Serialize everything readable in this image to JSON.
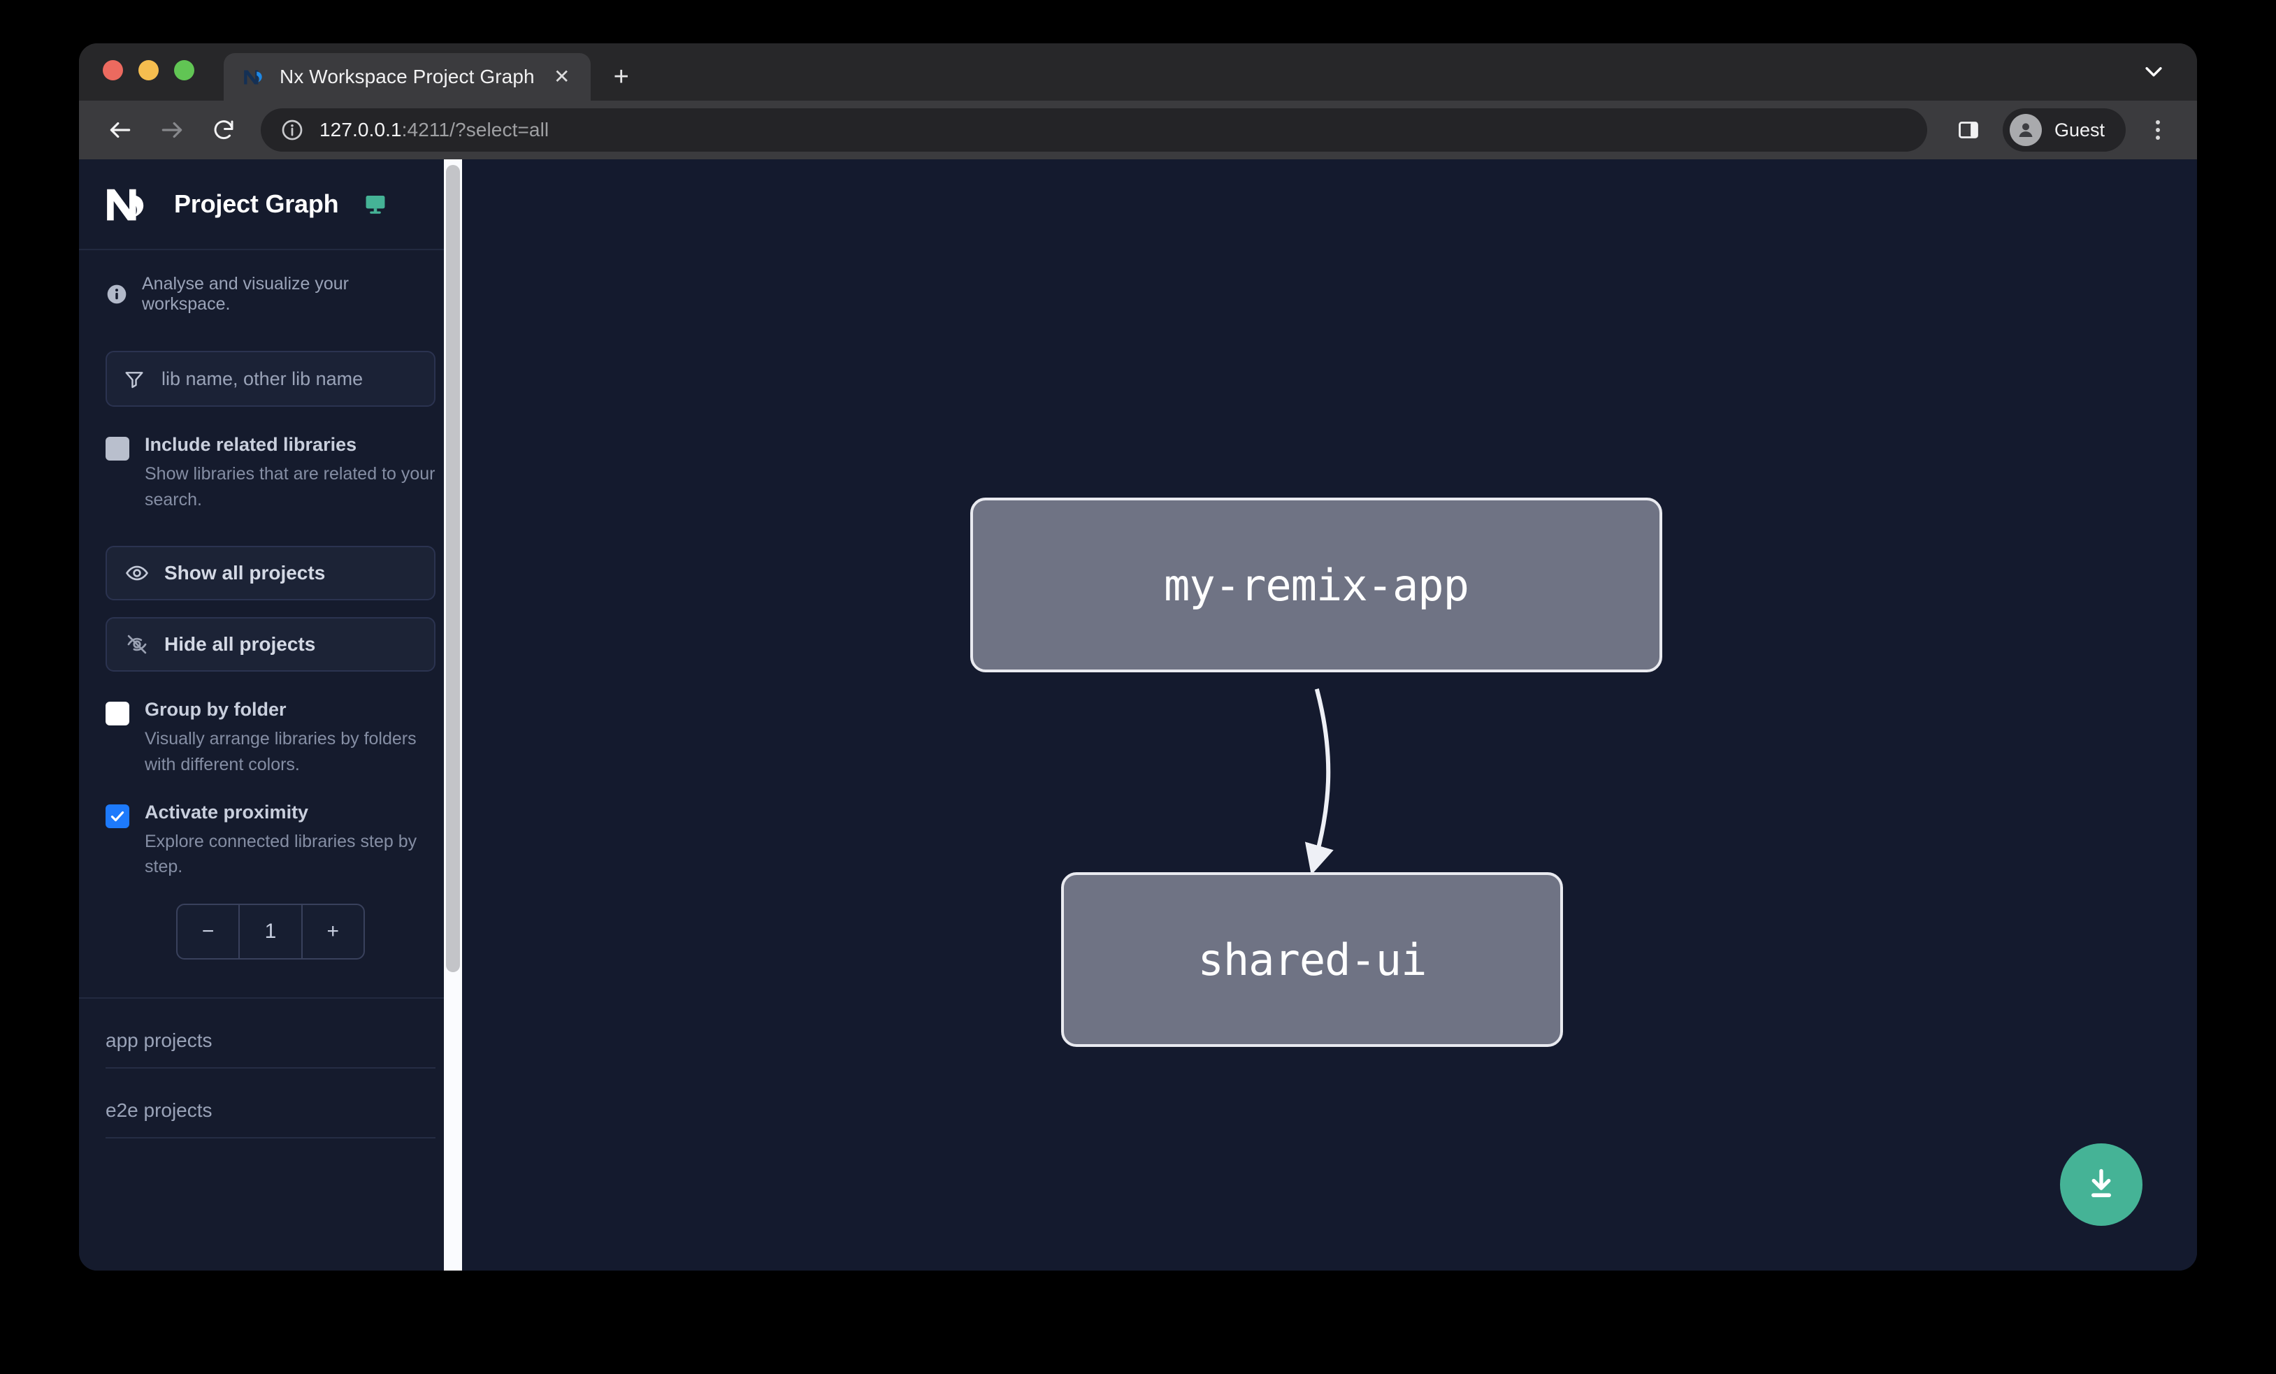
{
  "browser": {
    "tab": {
      "title": "Nx Workspace Project Graph",
      "close_label": "✕",
      "favicon_name": "nx-favicon"
    },
    "new_tab_label": "+",
    "url": {
      "host": "127.0.0.1",
      "rest": ":4211/?select=all"
    },
    "profile": {
      "label": "Guest"
    }
  },
  "sidebar": {
    "app_title": "Project Graph",
    "info_text": "Analyse and visualize your workspace.",
    "filter": {
      "placeholder": "lib name, other lib name",
      "value": ""
    },
    "options": [
      {
        "title": "Include related libraries",
        "desc": "Show libraries that are related to your search.",
        "state": "muted"
      },
      {
        "title": "Group by folder",
        "desc": "Visually arrange libraries by folders with different colors.",
        "state": "empty"
      },
      {
        "title": "Activate proximity",
        "desc": "Explore connected libraries step by step.",
        "state": "checked"
      }
    ],
    "buttons": [
      {
        "label": "Show all projects",
        "icon": "eye-icon"
      },
      {
        "label": "Hide all projects",
        "icon": "eye-slash-icon"
      }
    ],
    "stepper": {
      "decrement_label": "−",
      "value": "1",
      "increment_label": "+"
    },
    "project_sections": [
      {
        "label": "app projects"
      },
      {
        "label": "e2e projects"
      }
    ]
  },
  "graph": {
    "nodes": [
      {
        "id": "my-remix-app",
        "label": "my-remix-app"
      },
      {
        "id": "shared-ui",
        "label": "shared-ui"
      }
    ],
    "edges": [
      {
        "from": "my-remix-app",
        "to": "shared-ui"
      }
    ],
    "download_button": "download-icon"
  },
  "colors": {
    "accent_green": "#45b396",
    "checkbox_blue": "#1d7afc",
    "node_fill": "#6f7384",
    "canvas_bg": "#141a2e"
  }
}
